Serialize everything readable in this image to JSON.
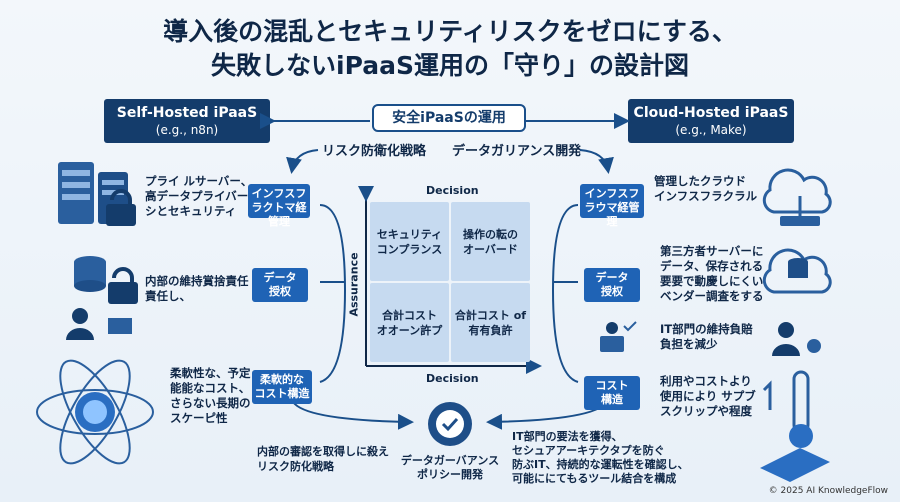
{
  "title": {
    "line1": "導入後の混乱とセキュリティリスクをゼロにする、",
    "line2": "失敗しないiPaaS運用の「守り」の設計図"
  },
  "left_header": {
    "main": "Self-Hosted iPaaS",
    "sub": "(e.g., n8n)"
  },
  "right_header": {
    "main": "Cloud-Hosted iPaaS",
    "sub": "(e.g., Make)"
  },
  "center_pill": "安全iPaaSの運用",
  "strategy_left": "リスク防衛化戦略",
  "strategy_right": "データガリアンス開発",
  "left_chips": [
    "インフスフラクトマ経管理",
    "データ\n授权",
    "柔軟的な\nコスト構造"
  ],
  "right_chips": [
    "インフスフラウマ経管理",
    "データ\n授权",
    "コスト\n構造"
  ],
  "left_desc": [
    "プライ ルサーバー、\n高データプライバー\nシとセキュリティ",
    "内部の維持賞捨責任\n責任し、",
    "柔軟性な、予定\n能能なコスト、\nさらない長期の\nスケーピ性"
  ],
  "right_desc": [
    "管理したクラウド\nインフスフラクラル",
    "第三方者サーバーに\nデータ、保存される\n要要で動慶しにくい\nベンダー調査をする",
    "IT部門の維持負賠\n負担を減少",
    "利用やコストより\n使用により サプブ\nスクリップや程度"
  ],
  "matrix": {
    "top_label": "Decision",
    "bottom_label": "Decision",
    "y_label": "Assurance",
    "quadrants": [
      "セキュリティ\nコンプランス",
      "操作の転の\nオーバード",
      "合計コスト\nオオーン許プ",
      "合計コスト of\n有有負許"
    ]
  },
  "bottom_left_text": "内部の審認を取得しに殺え\nリスク防化戦略",
  "bottom_center_text": "データガーバアンス\nポリシー開発",
  "bottom_right_text": "IT部門の要法を獲得、\nセシュアアーキテクタプを防ぐ\n防ぶIT、持続的な運転性を確認し、\n可能ににてもるツール結合を構成",
  "copyright": "© 2025 AI KnowledgeFlow",
  "colors": {
    "navy": "#143c6b",
    "chip_blue": "#1f63b5",
    "quad": "#c6daf0"
  }
}
